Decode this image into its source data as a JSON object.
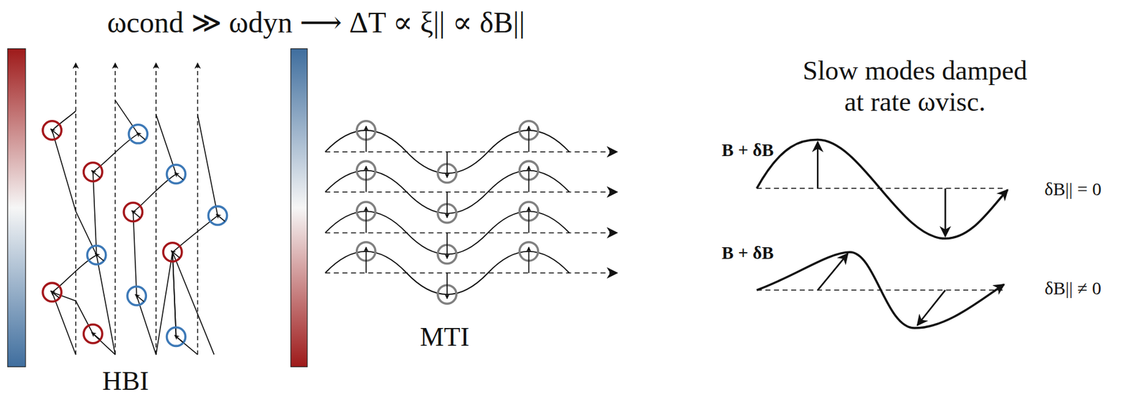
{
  "diagram": {
    "title": "ωcond ≫ ωdyn ⟶ ΔT ∝ ξ|| ∝ δB||",
    "labels": [
      "HBI",
      "MTI",
      "Slow modes damped at rate ωvisc.",
      "B + δB",
      "δB|| = 0",
      "B + δB",
      "δB|| ≠ 0"
    ]
  }
}
